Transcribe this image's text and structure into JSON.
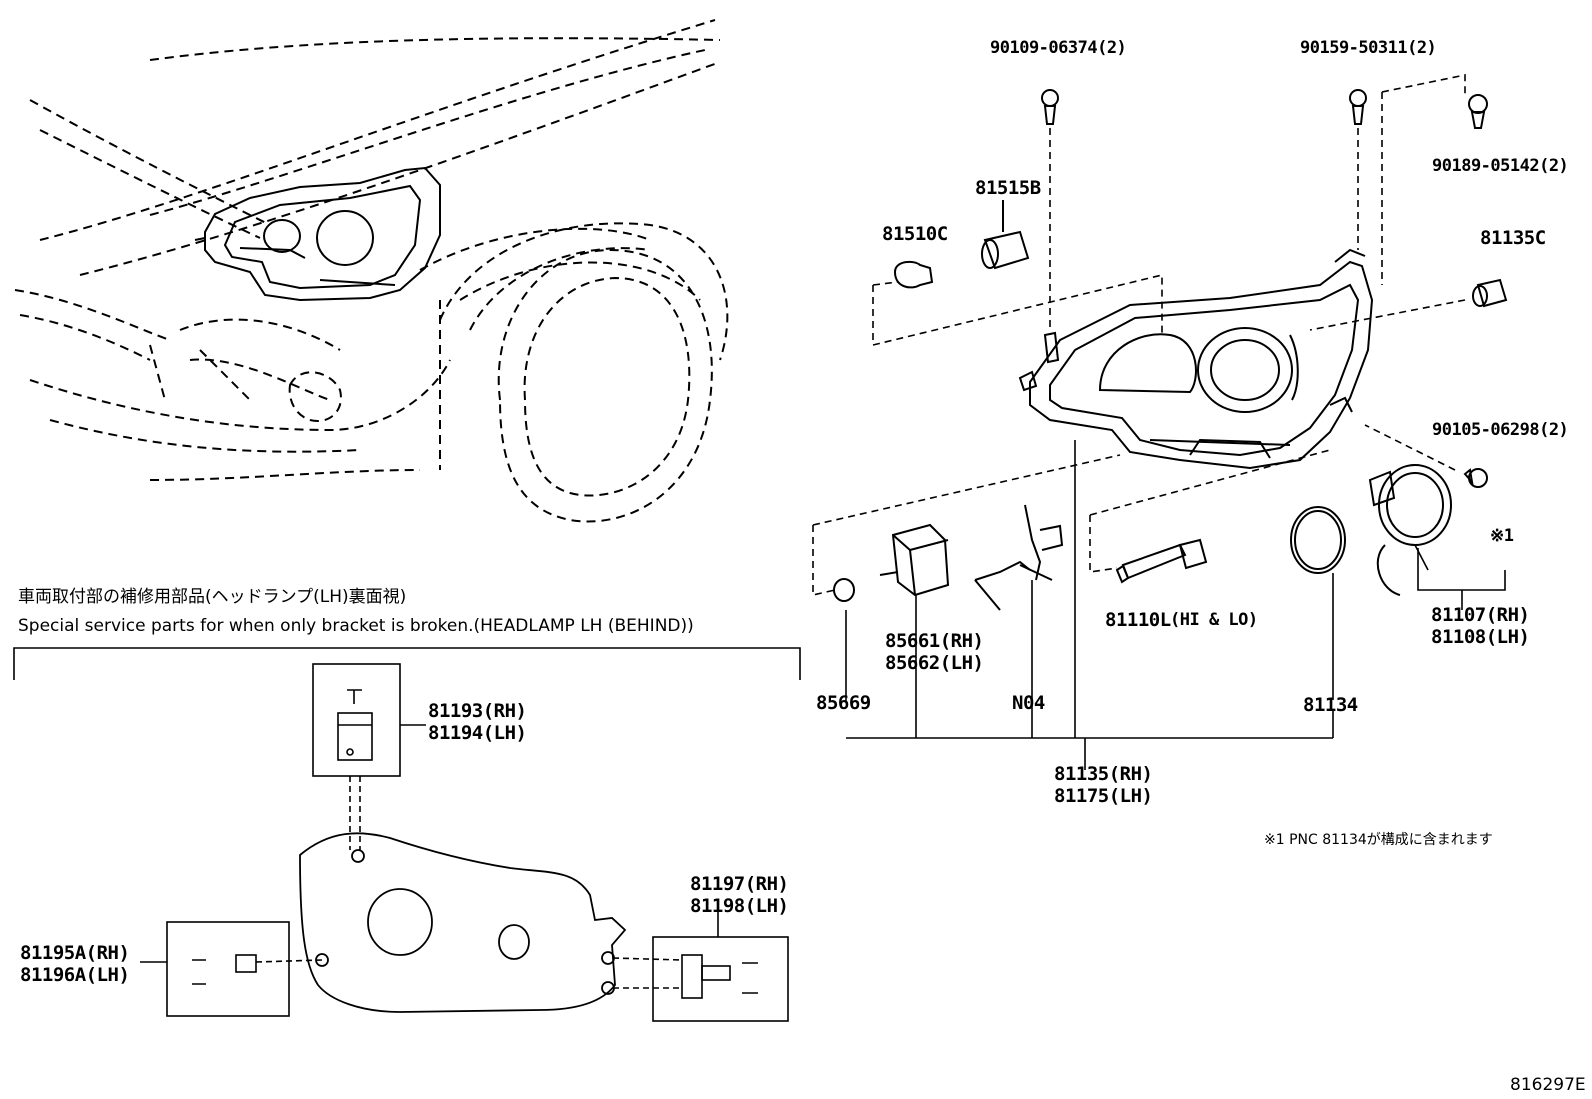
{
  "callouts": {
    "c90109": "90109-06374(2)",
    "c90159": "90159-50311(2)",
    "c90189": "90189-05142(2)",
    "c81515": "81515B",
    "c81510": "81510C",
    "c81135c": "81135C",
    "c90105": "90105-06298(2)",
    "mark1": "※1",
    "c81107": "81107(RH)",
    "c81108": "81108(LH)",
    "c81110": "81110L",
    "c81110b": "(HI & LO)",
    "c85661": "85661(RH)",
    "c85662": "85662(LH)",
    "c85669": "85669",
    "cN04": "N04",
    "c81134": "81134",
    "c81135rh": "81135(RH)",
    "c81175lh": "81175(LH)",
    "c81193": "81193(RH)",
    "c81194": "81194(LH)",
    "c81197": "81197(RH)",
    "c81198": "81198(LH)",
    "c81195": "81195A(RH)",
    "c81196": "81196A(LH)"
  },
  "section": {
    "jp_title": "車両取付部の補修用部品(ヘッドランプ(LH)裏面視)",
    "en_title": "Special service parts for when only bracket is broken.(HEADLAMP LH (BEHIND))"
  },
  "note": "※1  PNC 81134が構成に含まれます",
  "figure_id": "816297E"
}
